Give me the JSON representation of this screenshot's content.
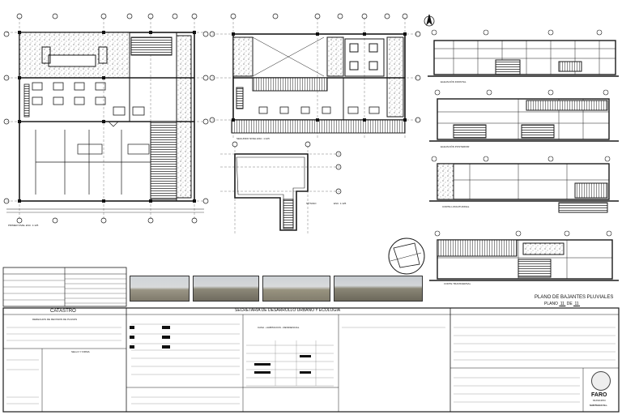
{
  "views": {
    "ground_floor": "PRIMER NIVEL   ESC. 1:125",
    "second_floor": "SEGUNDO NIVEL   ESC. 1:125",
    "basement": "SÓTANO",
    "basement_scale": "ESC. 1:125",
    "front_elevation": "ELEVACIÓN FRONTAL",
    "rear_elevation": "ELEVACIÓN POSTERIOR",
    "longitudinal_section": "CORTE LONGITUDINAL",
    "cross_section": "CORTE TRANSVERSAL"
  },
  "sheet": {
    "title": "PLANO DE BAJANTES PLUVIALES",
    "plano_label": "PLANO",
    "plano_number": "11",
    "de_label": "DE",
    "total_sheets": "11"
  },
  "title_block": {
    "catastro": "CATASTRO",
    "catastro_sub": "DERECHOS DE REVISION DE PLANOS",
    "secretaria": "SECRETARIA DE DESARROLLO URBANO Y ECOLOGIA",
    "sello": "SELLO Y FIRMA",
    "uso": "CASA - HABITACION - RESIDENCIAL"
  },
  "logo": {
    "name": "FARO",
    "sub1": "MUNICIPIO",
    "sub2": "SANTIAGO N.L."
  },
  "colors": {
    "line": "#1a1a1a",
    "hatch": "#7a7a7a",
    "photo_sky": "#c9ced3",
    "photo_ground": "#8e8a7e"
  }
}
